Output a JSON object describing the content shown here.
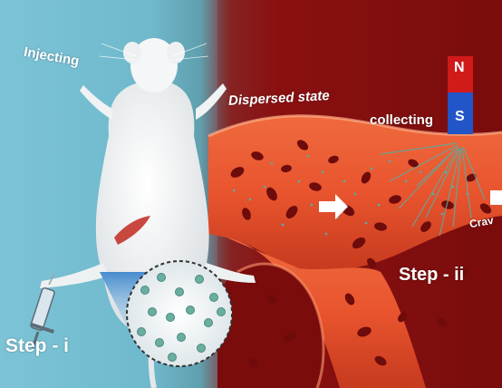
{
  "labels": {
    "injecting": "Injecting",
    "dispersed_state": "Dispersed state",
    "collecting": "collecting",
    "crave": "Crav",
    "step_i": "Step - i",
    "step_ii": "Step - ii"
  },
  "magnet": {
    "north": "N",
    "south": "S",
    "north_color": "#d11a1a",
    "south_color": "#2255c8"
  },
  "colors": {
    "left_background": "#7cc3d6",
    "right_background": "#8e1212",
    "vessel": "#e8542e",
    "red_cell": "#6e0b0b",
    "nanoparticle": "#5fa99b",
    "arrow": "#ffffff"
  },
  "icons": [
    "mouse-icon",
    "syringe-icon",
    "magnet-icon",
    "arrow-icon",
    "magnifier-circle-icon"
  ]
}
